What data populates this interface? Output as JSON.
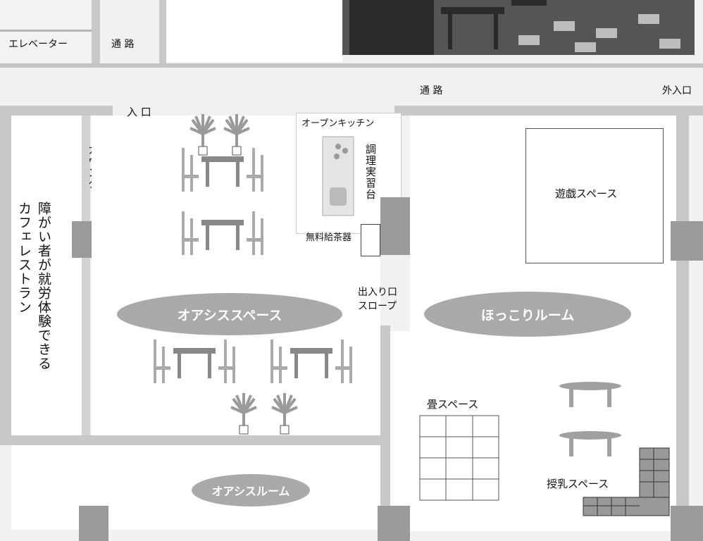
{
  "labels": {
    "elevator": "エレベーター",
    "corridor_top_left": "通 路",
    "corridor_main": "通 路",
    "outer_entrance": "外入口",
    "entrance": "入 口",
    "counter": "カウンター",
    "cafe_name": "障がい者が就労体験できるカフェレストラン",
    "open_kitchen": "オープンキッチン",
    "cooking_stand": "調理実習台",
    "free_tea": "無料給茶器",
    "exit_slope_line1": "出入り口",
    "exit_slope_line2": "スロープ",
    "oasis_space": "オアシススペース",
    "hokkori_room": "ほっこりルーム",
    "play_space": "遊戯スペース",
    "tatami_space": "畳スペース",
    "oasis_room": "オアシスルーム",
    "nursing_space": "授乳スペース"
  },
  "colors": {
    "ellipse_fill": "#a9a9a9",
    "wall": "#c8c8c8",
    "column": "#9a9a9a",
    "floor": "#ffffff"
  }
}
